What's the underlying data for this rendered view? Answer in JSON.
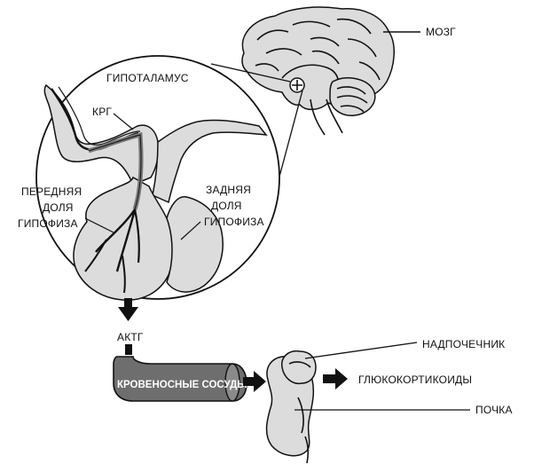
{
  "labels": {
    "brain": "МОЗГ",
    "hypothalamus": "ГИПОТАЛАМУС",
    "crh": "КРГ",
    "anterior_pituitary": [
      "ПЕРЕДНЯЯ",
      "ДОЛЯ",
      "ГИПОФИЗА"
    ],
    "posterior_pituitary": [
      "ЗАДНЯЯ",
      "ДОЛЯ",
      "ГИПОФИЗА"
    ],
    "acth": "АКТГ",
    "blood_vessels": "КРОВЕНОСНЫЕ СОСУДЫ",
    "adrenal_gland": "НАДПОЧЕЧНИК",
    "glucocorticoids": "ГЛЮКОКОРТИКОИДЫ",
    "kidney": "ПОЧКА"
  },
  "colors": {
    "line": "#111111",
    "gland_fill": "#dcdcdc",
    "vessel_fill": "#6e6e6e",
    "arrow": "#111111",
    "background": "#ffffff"
  }
}
